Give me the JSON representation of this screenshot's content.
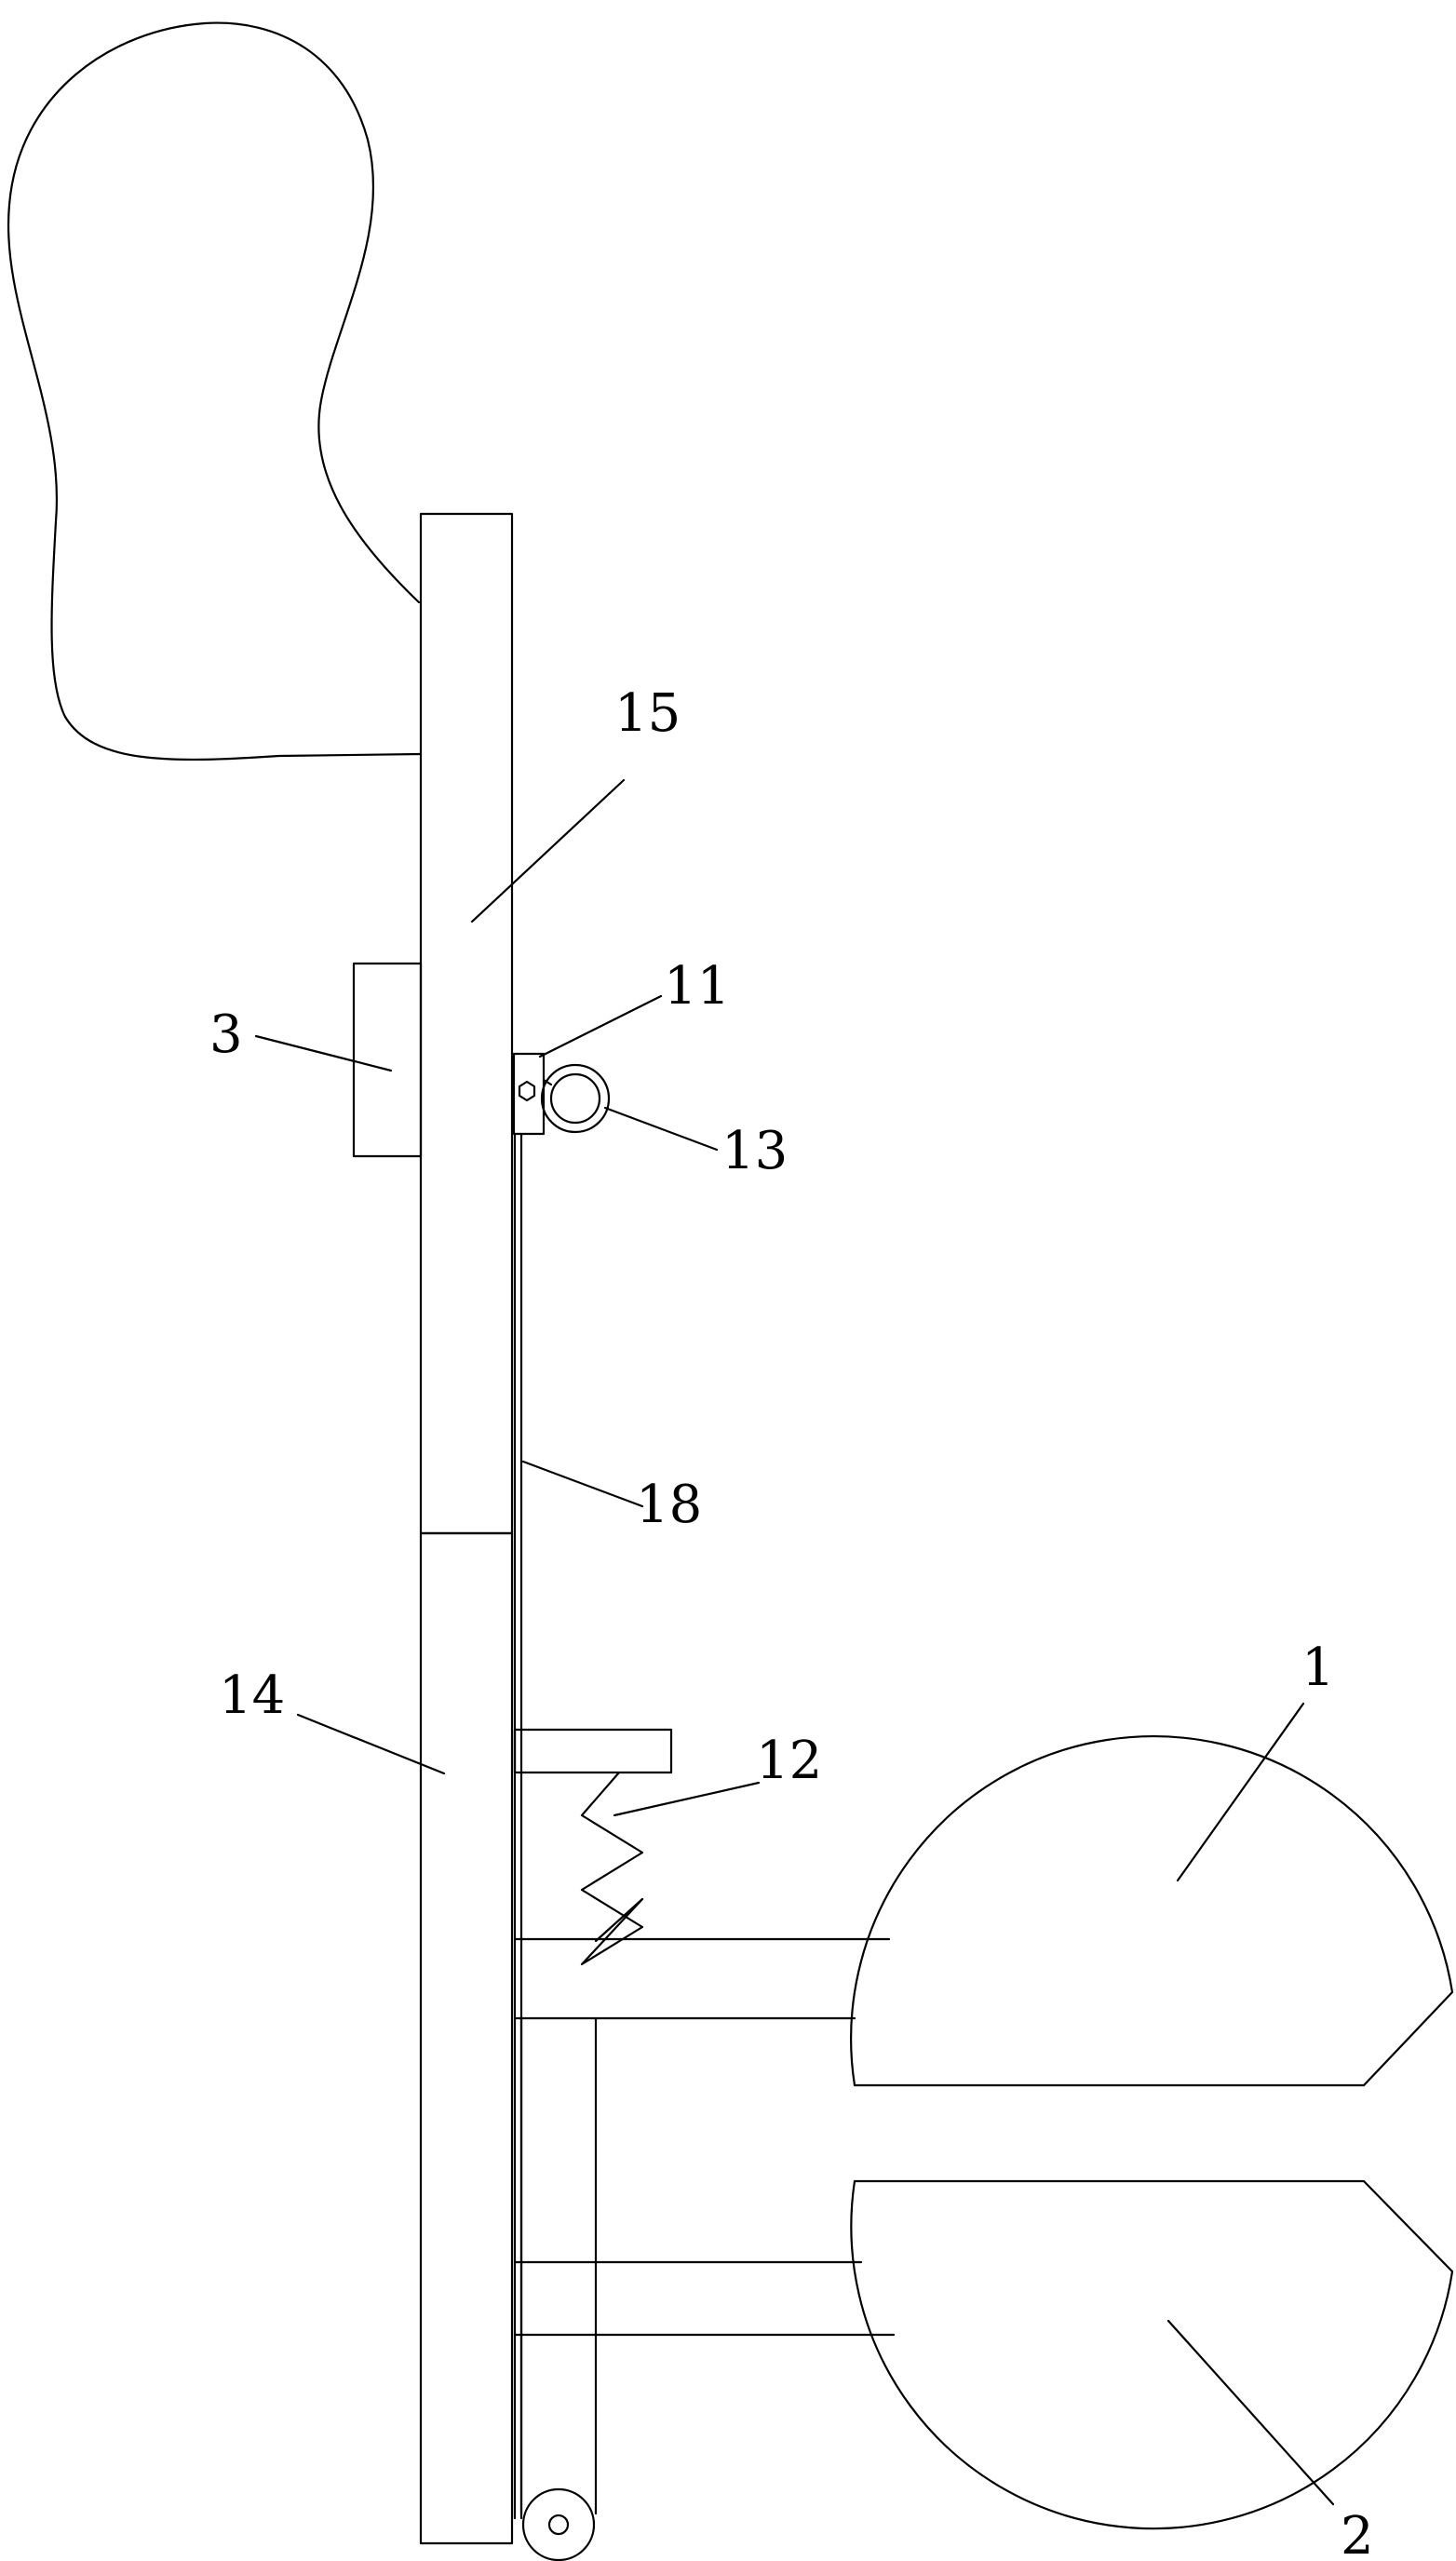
{
  "labels": {
    "l1": "1",
    "l2": "2",
    "l3": "3",
    "l11": "11",
    "l12": "12",
    "l13": "13",
    "l14": "14",
    "l15": "15",
    "l18": "18"
  }
}
